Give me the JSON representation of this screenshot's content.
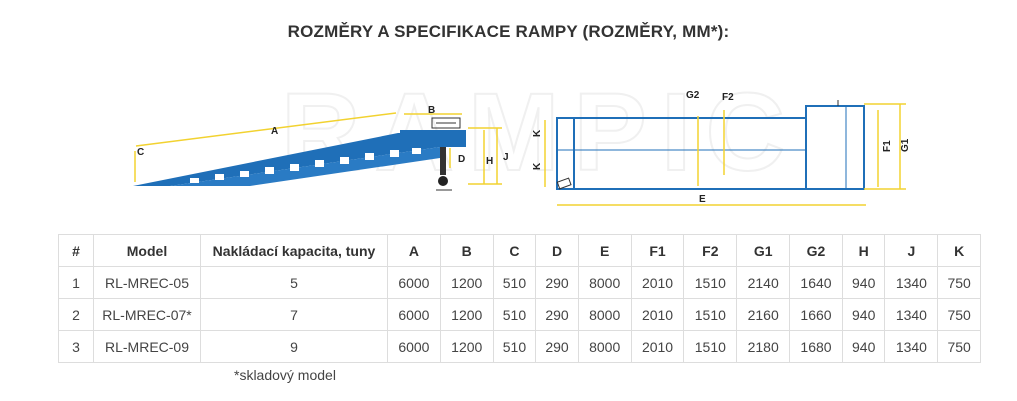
{
  "title": "ROZMĚRY A SPECIFIKACE RAMPY (ROZMĚRY, MM*):",
  "watermark": "RAMPIC",
  "diagram": {
    "side_labels": {
      "A": "A",
      "B": "B",
      "C": "C",
      "D": "D",
      "H": "H",
      "J": "J"
    },
    "top_labels": {
      "G2": "G2",
      "F2": "F2",
      "K1": "K",
      "K2": "K",
      "F1": "F1",
      "G1": "G1",
      "E": "E"
    },
    "colors": {
      "ramp": "#1f6fb8",
      "dimension": "#f2d230",
      "dark": "#222"
    }
  },
  "table": {
    "headers": [
      "#",
      "Model",
      "Nakládací kapacita, tuny",
      "A",
      "B",
      "C",
      "D",
      "E",
      "F1",
      "F2",
      "G1",
      "G2",
      "H",
      "J",
      "K"
    ],
    "rows": [
      [
        "1",
        "RL-MREC-05",
        "5",
        "6000",
        "1200",
        "510",
        "290",
        "8000",
        "2010",
        "1510",
        "2140",
        "1640",
        "940",
        "1340",
        "750"
      ],
      [
        "2",
        "RL-MREC-07*",
        "7",
        "6000",
        "1200",
        "510",
        "290",
        "8000",
        "2010",
        "1510",
        "2160",
        "1660",
        "940",
        "1340",
        "750"
      ],
      [
        "3",
        "RL-MREC-09",
        "9",
        "6000",
        "1200",
        "510",
        "290",
        "8000",
        "2010",
        "1510",
        "2180",
        "1680",
        "940",
        "1340",
        "750"
      ]
    ]
  },
  "note": "*skladový model"
}
